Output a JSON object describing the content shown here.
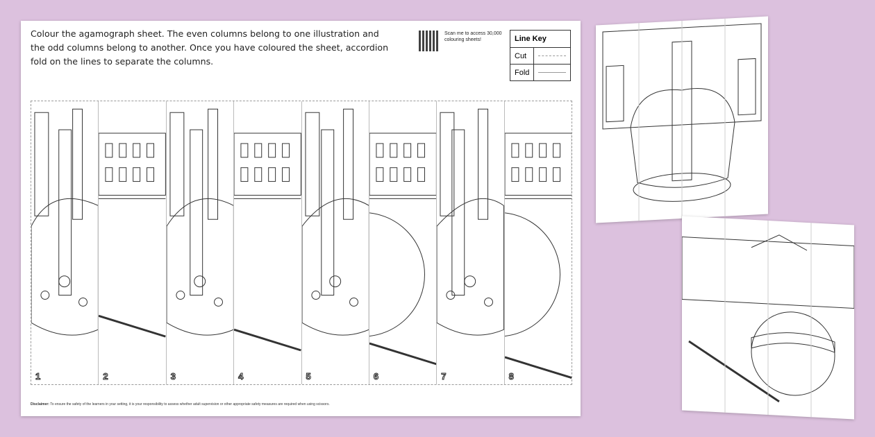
{
  "sheet": {
    "instructions": "Colour the agamograph sheet. The even columns belong to one illustration and the odd columns belong to another. Once you have coloured the sheet, accordion fold on the lines to separate the columns.",
    "qr_text": "Scan me to access 30,000 colouring sheets!",
    "line_key": {
      "title": "Line Key",
      "rows": [
        {
          "label": "Cut"
        },
        {
          "label": "Fold"
        }
      ]
    },
    "columns": [
      "1",
      "2",
      "3",
      "4",
      "5",
      "6",
      "7",
      "8"
    ],
    "disclaimer_label": "Disclaimer:",
    "disclaimer": "To ensure the safety of the learners in your setting, it is your responsibility to assess whether adult supervision or other appropriate safety measures are required when using scissors."
  }
}
